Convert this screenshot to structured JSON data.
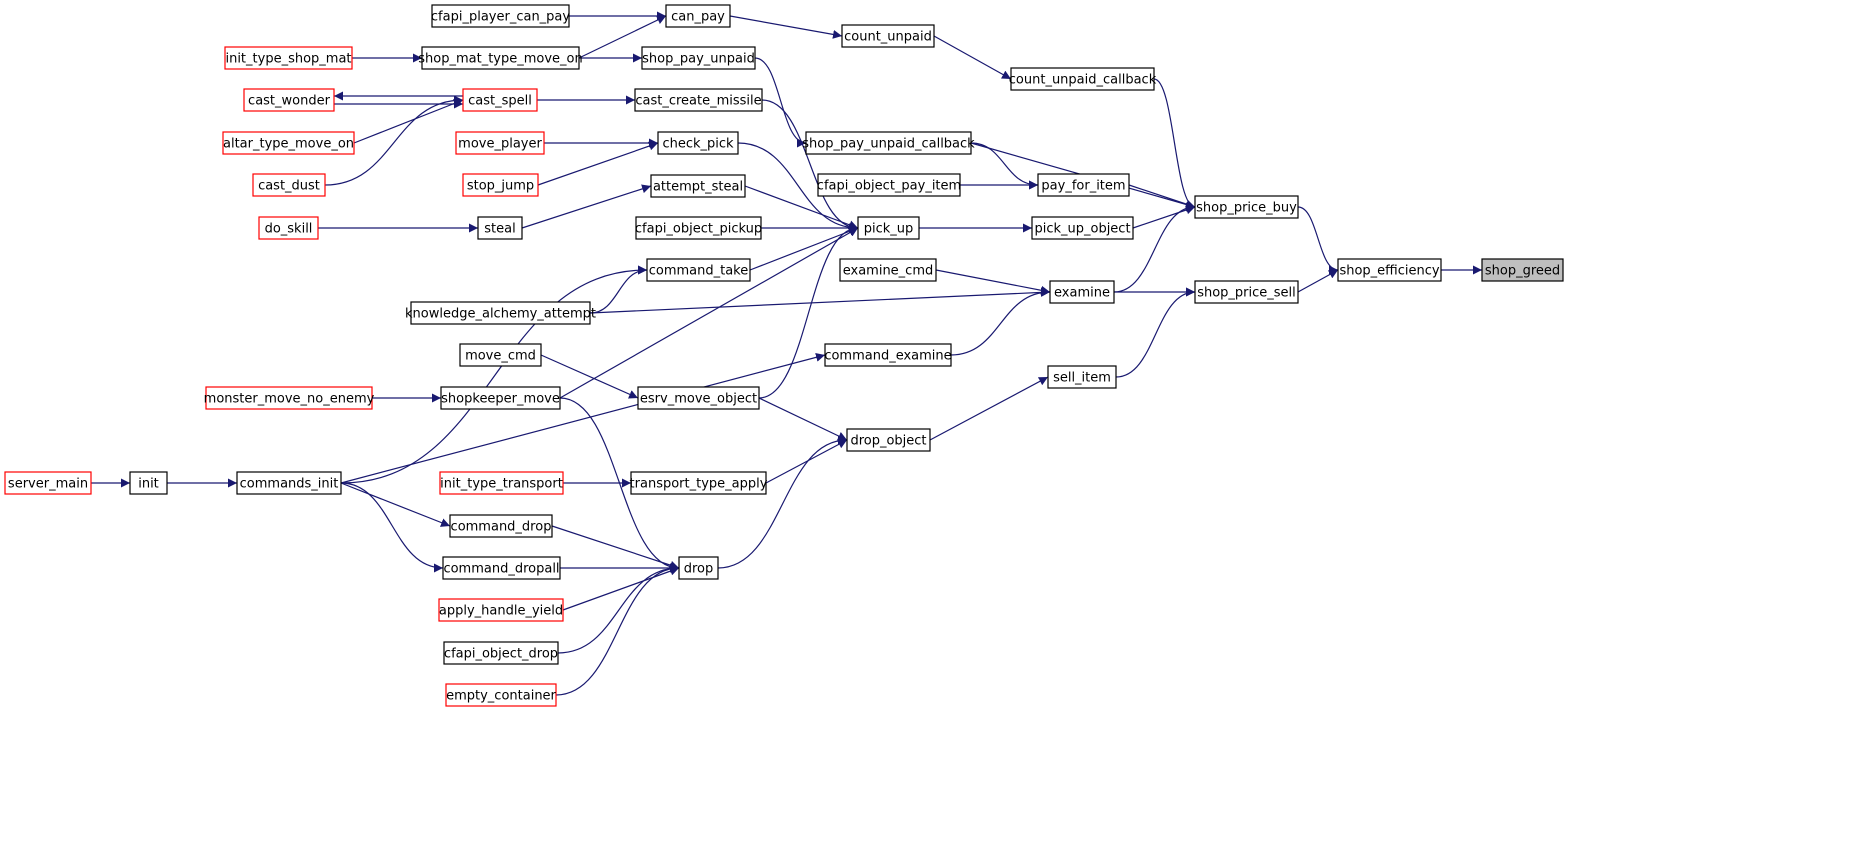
{
  "colors": {
    "edge": "#191970",
    "documented_border": "#000000",
    "undocumented_border": "#ff0000",
    "focus_fill": "#bfbfbf",
    "node_fill": "#ffffff",
    "text": "#000000"
  },
  "nodes": {
    "shop_greed": {
      "label": "shop_greed",
      "style": "focus"
    },
    "shop_efficiency": {
      "label": "shop_efficiency",
      "style": "normal"
    },
    "shop_price_buy": {
      "label": "shop_price_buy",
      "style": "normal"
    },
    "shop_price_sell": {
      "label": "shop_price_sell",
      "style": "normal"
    },
    "count_unpaid_callback": {
      "label": "count_unpaid_callback",
      "style": "normal"
    },
    "count_unpaid": {
      "label": "count_unpaid",
      "style": "normal"
    },
    "can_pay": {
      "label": "can_pay",
      "style": "normal"
    },
    "cfapi_player_can_pay": {
      "label": "cfapi_player_can_pay",
      "style": "normal"
    },
    "shop_mat_type_move_on": {
      "label": "shop_mat_type_move_on",
      "style": "normal"
    },
    "init_type_shop_mat": {
      "label": "init_type_shop_mat",
      "style": "red"
    },
    "shop_pay_unpaid": {
      "label": "shop_pay_unpaid",
      "style": "normal"
    },
    "shop_pay_unpaid_callback": {
      "label": "shop_pay_unpaid_callback",
      "style": "normal"
    },
    "pay_for_item": {
      "label": "pay_for_item",
      "style": "normal"
    },
    "cfapi_object_pay_item": {
      "label": "cfapi_object_pay_item",
      "style": "normal"
    },
    "pick_up_object": {
      "label": "pick_up_object",
      "style": "normal"
    },
    "pick_up": {
      "label": "pick_up",
      "style": "normal"
    },
    "cast_create_missile": {
      "label": "cast_create_missile",
      "style": "normal"
    },
    "cast_spell": {
      "label": "cast_spell",
      "style": "red"
    },
    "cast_wonder": {
      "label": "cast_wonder",
      "style": "red"
    },
    "altar_type_move_on": {
      "label": "altar_type_move_on",
      "style": "red"
    },
    "cast_dust": {
      "label": "cast_dust",
      "style": "red"
    },
    "check_pick": {
      "label": "check_pick",
      "style": "normal"
    },
    "move_player": {
      "label": "move_player",
      "style": "red"
    },
    "stop_jump": {
      "label": "stop_jump",
      "style": "red"
    },
    "attempt_steal": {
      "label": "attempt_steal",
      "style": "normal"
    },
    "steal": {
      "label": "steal",
      "style": "normal"
    },
    "do_skill": {
      "label": "do_skill",
      "style": "red"
    },
    "cfapi_object_pickup": {
      "label": "cfapi_object_pickup",
      "style": "normal"
    },
    "command_take": {
      "label": "command_take",
      "style": "normal"
    },
    "knowledge_alchemy_attempt": {
      "label": "knowledge_alchemy_attempt",
      "style": "normal"
    },
    "examine": {
      "label": "examine",
      "style": "normal"
    },
    "examine_cmd": {
      "label": "examine_cmd",
      "style": "normal"
    },
    "command_examine": {
      "label": "command_examine",
      "style": "normal"
    },
    "sell_item": {
      "label": "sell_item",
      "style": "normal"
    },
    "drop_object": {
      "label": "drop_object",
      "style": "normal"
    },
    "esrv_move_object": {
      "label": "esrv_move_object",
      "style": "normal"
    },
    "move_cmd": {
      "label": "move_cmd",
      "style": "normal"
    },
    "shopkeeper_move": {
      "label": "shopkeeper_move",
      "style": "normal"
    },
    "monster_move_no_enemy": {
      "label": "monster_move_no_enemy",
      "style": "red"
    },
    "commands_init": {
      "label": "commands_init",
      "style": "normal"
    },
    "init": {
      "label": "init",
      "style": "normal"
    },
    "server_main": {
      "label": "server_main",
      "style": "red"
    },
    "transport_type_apply": {
      "label": "transport_type_apply",
      "style": "normal"
    },
    "init_type_transport": {
      "label": "init_type_transport",
      "style": "red"
    },
    "drop": {
      "label": "drop",
      "style": "normal"
    },
    "command_drop": {
      "label": "command_drop",
      "style": "normal"
    },
    "command_dropall": {
      "label": "command_dropall",
      "style": "normal"
    },
    "apply_handle_yield": {
      "label": "apply_handle_yield",
      "style": "red"
    },
    "cfapi_object_drop": {
      "label": "cfapi_object_drop",
      "style": "normal"
    },
    "empty_container": {
      "label": "empty_container",
      "style": "red"
    }
  },
  "edges": [
    {
      "from": "shop_efficiency",
      "to": "shop_greed"
    },
    {
      "from": "shop_price_buy",
      "to": "shop_efficiency"
    },
    {
      "from": "shop_price_sell",
      "to": "shop_efficiency"
    },
    {
      "from": "count_unpaid_callback",
      "to": "shop_price_buy"
    },
    {
      "from": "count_unpaid",
      "to": "count_unpaid_callback"
    },
    {
      "from": "can_pay",
      "to": "count_unpaid"
    },
    {
      "from": "cfapi_player_can_pay",
      "to": "can_pay"
    },
    {
      "from": "shop_mat_type_move_on",
      "to": "can_pay"
    },
    {
      "from": "init_type_shop_mat",
      "to": "shop_mat_type_move_on"
    },
    {
      "from": "shop_mat_type_move_on",
      "to": "shop_pay_unpaid"
    },
    {
      "from": "shop_pay_unpaid",
      "to": "shop_pay_unpaid_callback"
    },
    {
      "from": "shop_pay_unpaid_callback",
      "to": "shop_price_buy"
    },
    {
      "from": "shop_pay_unpaid_callback",
      "to": "pay_for_item"
    },
    {
      "from": "pay_for_item",
      "to": "shop_price_buy"
    },
    {
      "from": "cfapi_object_pay_item",
      "to": "pay_for_item"
    },
    {
      "from": "pick_up_object",
      "to": "shop_price_buy"
    },
    {
      "from": "pick_up",
      "to": "pick_up_object"
    },
    {
      "from": "cast_create_missile",
      "to": "pick_up"
    },
    {
      "from": "cast_spell",
      "to": "cast_create_missile"
    },
    {
      "from": "cast_spell",
      "to": "cast_wonder"
    },
    {
      "from": "cast_wonder",
      "to": "cast_spell"
    },
    {
      "from": "altar_type_move_on",
      "to": "cast_spell"
    },
    {
      "from": "cast_dust",
      "to": "cast_spell"
    },
    {
      "from": "check_pick",
      "to": "pick_up"
    },
    {
      "from": "move_player",
      "to": "check_pick"
    },
    {
      "from": "stop_jump",
      "to": "check_pick"
    },
    {
      "from": "attempt_steal",
      "to": "pick_up"
    },
    {
      "from": "steal",
      "to": "attempt_steal"
    },
    {
      "from": "do_skill",
      "to": "steal"
    },
    {
      "from": "cfapi_object_pickup",
      "to": "pick_up"
    },
    {
      "from": "command_take",
      "to": "pick_up"
    },
    {
      "from": "knowledge_alchemy_attempt",
      "to": "command_take"
    },
    {
      "from": "commands_init",
      "to": "command_take"
    },
    {
      "from": "shopkeeper_move",
      "to": "pick_up"
    },
    {
      "from": "esrv_move_object",
      "to": "pick_up"
    },
    {
      "from": "examine",
      "to": "shop_price_buy"
    },
    {
      "from": "examine",
      "to": "shop_price_sell"
    },
    {
      "from": "examine_cmd",
      "to": "examine"
    },
    {
      "from": "knowledge_alchemy_attempt",
      "to": "examine"
    },
    {
      "from": "command_examine",
      "to": "examine"
    },
    {
      "from": "commands_init",
      "to": "command_examine"
    },
    {
      "from": "sell_item",
      "to": "shop_price_sell"
    },
    {
      "from": "drop_object",
      "to": "sell_item"
    },
    {
      "from": "esrv_move_object",
      "to": "drop_object"
    },
    {
      "from": "move_cmd",
      "to": "esrv_move_object"
    },
    {
      "from": "monster_move_no_enemy",
      "to": "shopkeeper_move"
    },
    {
      "from": "server_main",
      "to": "init"
    },
    {
      "from": "init",
      "to": "commands_init"
    },
    {
      "from": "transport_type_apply",
      "to": "drop_object"
    },
    {
      "from": "init_type_transport",
      "to": "transport_type_apply"
    },
    {
      "from": "drop",
      "to": "drop_object"
    },
    {
      "from": "shopkeeper_move",
      "to": "drop"
    },
    {
      "from": "commands_init",
      "to": "command_drop"
    },
    {
      "from": "commands_init",
      "to": "command_dropall"
    },
    {
      "from": "command_drop",
      "to": "drop"
    },
    {
      "from": "command_dropall",
      "to": "drop"
    },
    {
      "from": "apply_handle_yield",
      "to": "drop"
    },
    {
      "from": "cfapi_object_drop",
      "to": "drop"
    },
    {
      "from": "empty_container",
      "to": "drop"
    }
  ]
}
